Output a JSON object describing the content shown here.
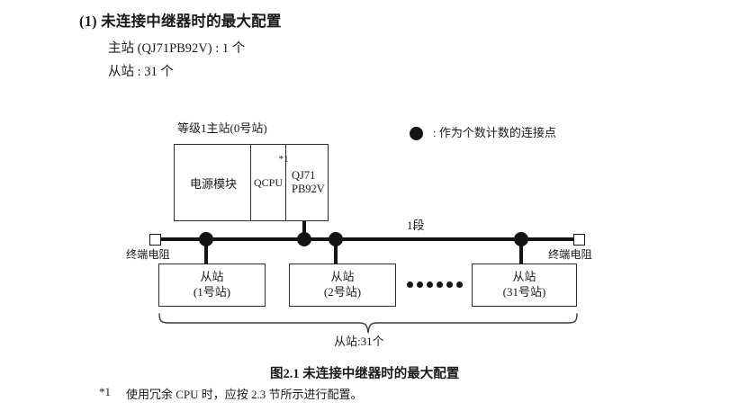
{
  "header": {
    "title": "(1) 未连接中继器时的最大配置",
    "line1": "主站 (QJ71PB92V) : 1 个",
    "line2": "从站 : 31 个"
  },
  "legend": {
    "dot_icon": "filled-circle",
    "text": ": 作为个数计数的连接点"
  },
  "diagram": {
    "master_label": "等级1主站(0号站)",
    "master_cells": [
      {
        "name": "power-supply-module",
        "text": "电源模块"
      },
      {
        "name": "qcpu-module",
        "text": "QCPU",
        "footnote_marker": "*1"
      },
      {
        "name": "qj71pb92v-module",
        "line1": "QJ71",
        "line2": "PB92V"
      }
    ],
    "segment_label": "1段",
    "terminator_left": "终端电阻",
    "terminator_right": "终端电阻",
    "slaves": [
      {
        "name": "slave-station-1",
        "line1": "从站",
        "line2": "(1号站)"
      },
      {
        "name": "slave-station-2",
        "line1": "从站",
        "line2": "(2号站)"
      },
      {
        "name": "slave-station-31",
        "line1": "从站",
        "line2": "(31号站)"
      }
    ],
    "ellipsis_dot_count": 6,
    "brace_label": "从站:31个"
  },
  "caption": "图2.1  未连接中继器时的最大配置",
  "footnote": {
    "marker": "*1",
    "text": "使用冗余 CPU 时，应按 2.3 节所示进行配置。"
  },
  "colors": {
    "ink": "#1a1a1a",
    "line": "#141414",
    "page": "#ffffff"
  }
}
